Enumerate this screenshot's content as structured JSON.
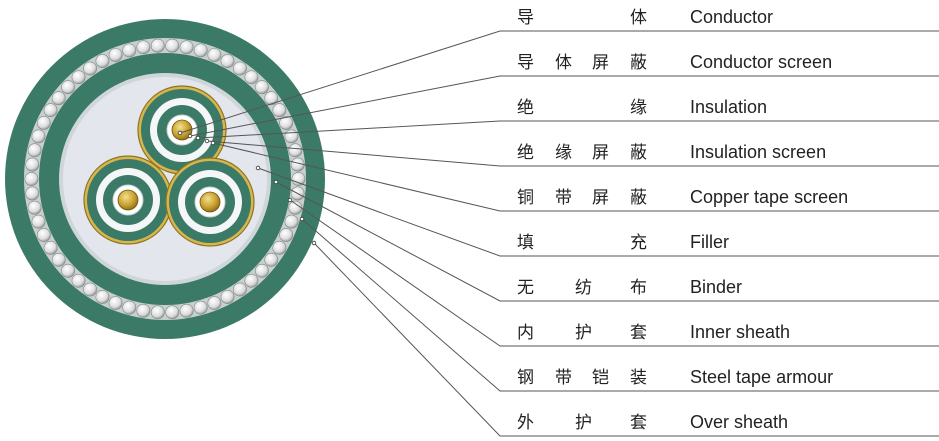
{
  "colors": {
    "sheath_green": "#3b7a66",
    "sheath_dark": "#2c5f4f",
    "armour_bead": "#e7e7e7",
    "filler": "#e3e6ec",
    "copper": "#c9a24a",
    "conductor_gold": "#b89b3a",
    "insulation_white": "#f4f6f7",
    "leader_line": "#555555"
  },
  "layers": [
    {
      "cn_chars": [
        "导",
        "体"
      ],
      "en": "Conductor"
    },
    {
      "cn_chars": [
        "导",
        "体",
        "屏",
        "蔽"
      ],
      "en": "Conductor screen"
    },
    {
      "cn_chars": [
        "绝",
        "缘"
      ],
      "en": "Insulation"
    },
    {
      "cn_chars": [
        "绝",
        "缘",
        "屏",
        "蔽"
      ],
      "en": "Insulation screen"
    },
    {
      "cn_chars": [
        "铜",
        "带",
        "屏",
        "蔽"
      ],
      "en": "Copper tape screen"
    },
    {
      "cn_chars": [
        "填",
        "充"
      ],
      "en": "Filler"
    },
    {
      "cn_chars": [
        "无",
        "纺",
        "布"
      ],
      "en": "Binder"
    },
    {
      "cn_chars": [
        "内",
        "护",
        "套"
      ],
      "en": "Inner sheath"
    },
    {
      "cn_chars": [
        "钢",
        "带",
        "铠",
        "装"
      ],
      "en": "Steel tape armour"
    },
    {
      "cn_chars": [
        "外",
        "护",
        "套"
      ],
      "en": "Over sheath"
    }
  ]
}
